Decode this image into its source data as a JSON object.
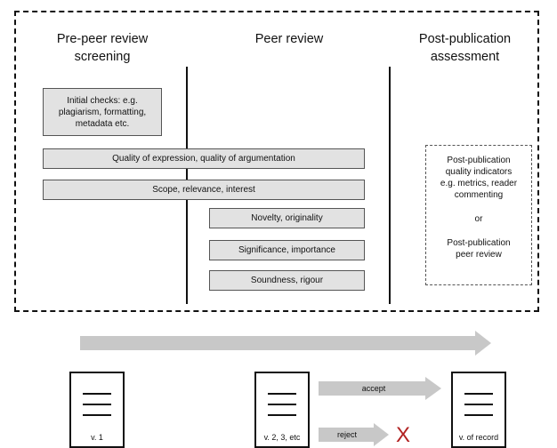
{
  "stages": {
    "pre_peer": "Pre-peer review\nscreening",
    "peer": "Peer review",
    "post": "Post-publication\nassessment"
  },
  "boxes": {
    "initial_checks": "Initial checks: e.g.\nplagiarism, formatting,\nmetadata etc.",
    "quality": "Quality of expression, quality of argumentation",
    "scope": "Scope, relevance, interest",
    "novelty": "Novelty, originality",
    "significance": "Significance, importance",
    "soundness": "Soundness, rigour"
  },
  "post_publication": {
    "indicators": "Post-publication\nquality indicators\ne.g. metrics, reader\ncommenting",
    "or": "or",
    "peer_review": "Post-publication\npeer review"
  },
  "documents": {
    "v1": "v. 1",
    "v2": "v. 2, 3, etc",
    "record": "v. of record"
  },
  "arrows": {
    "accept": "accept",
    "reject": "reject"
  },
  "reject_mark": "X",
  "colors": {
    "box_fill": "#e2e2e2",
    "arrow_fill": "#c8c8c8",
    "reject_mark": "#b22222"
  }
}
